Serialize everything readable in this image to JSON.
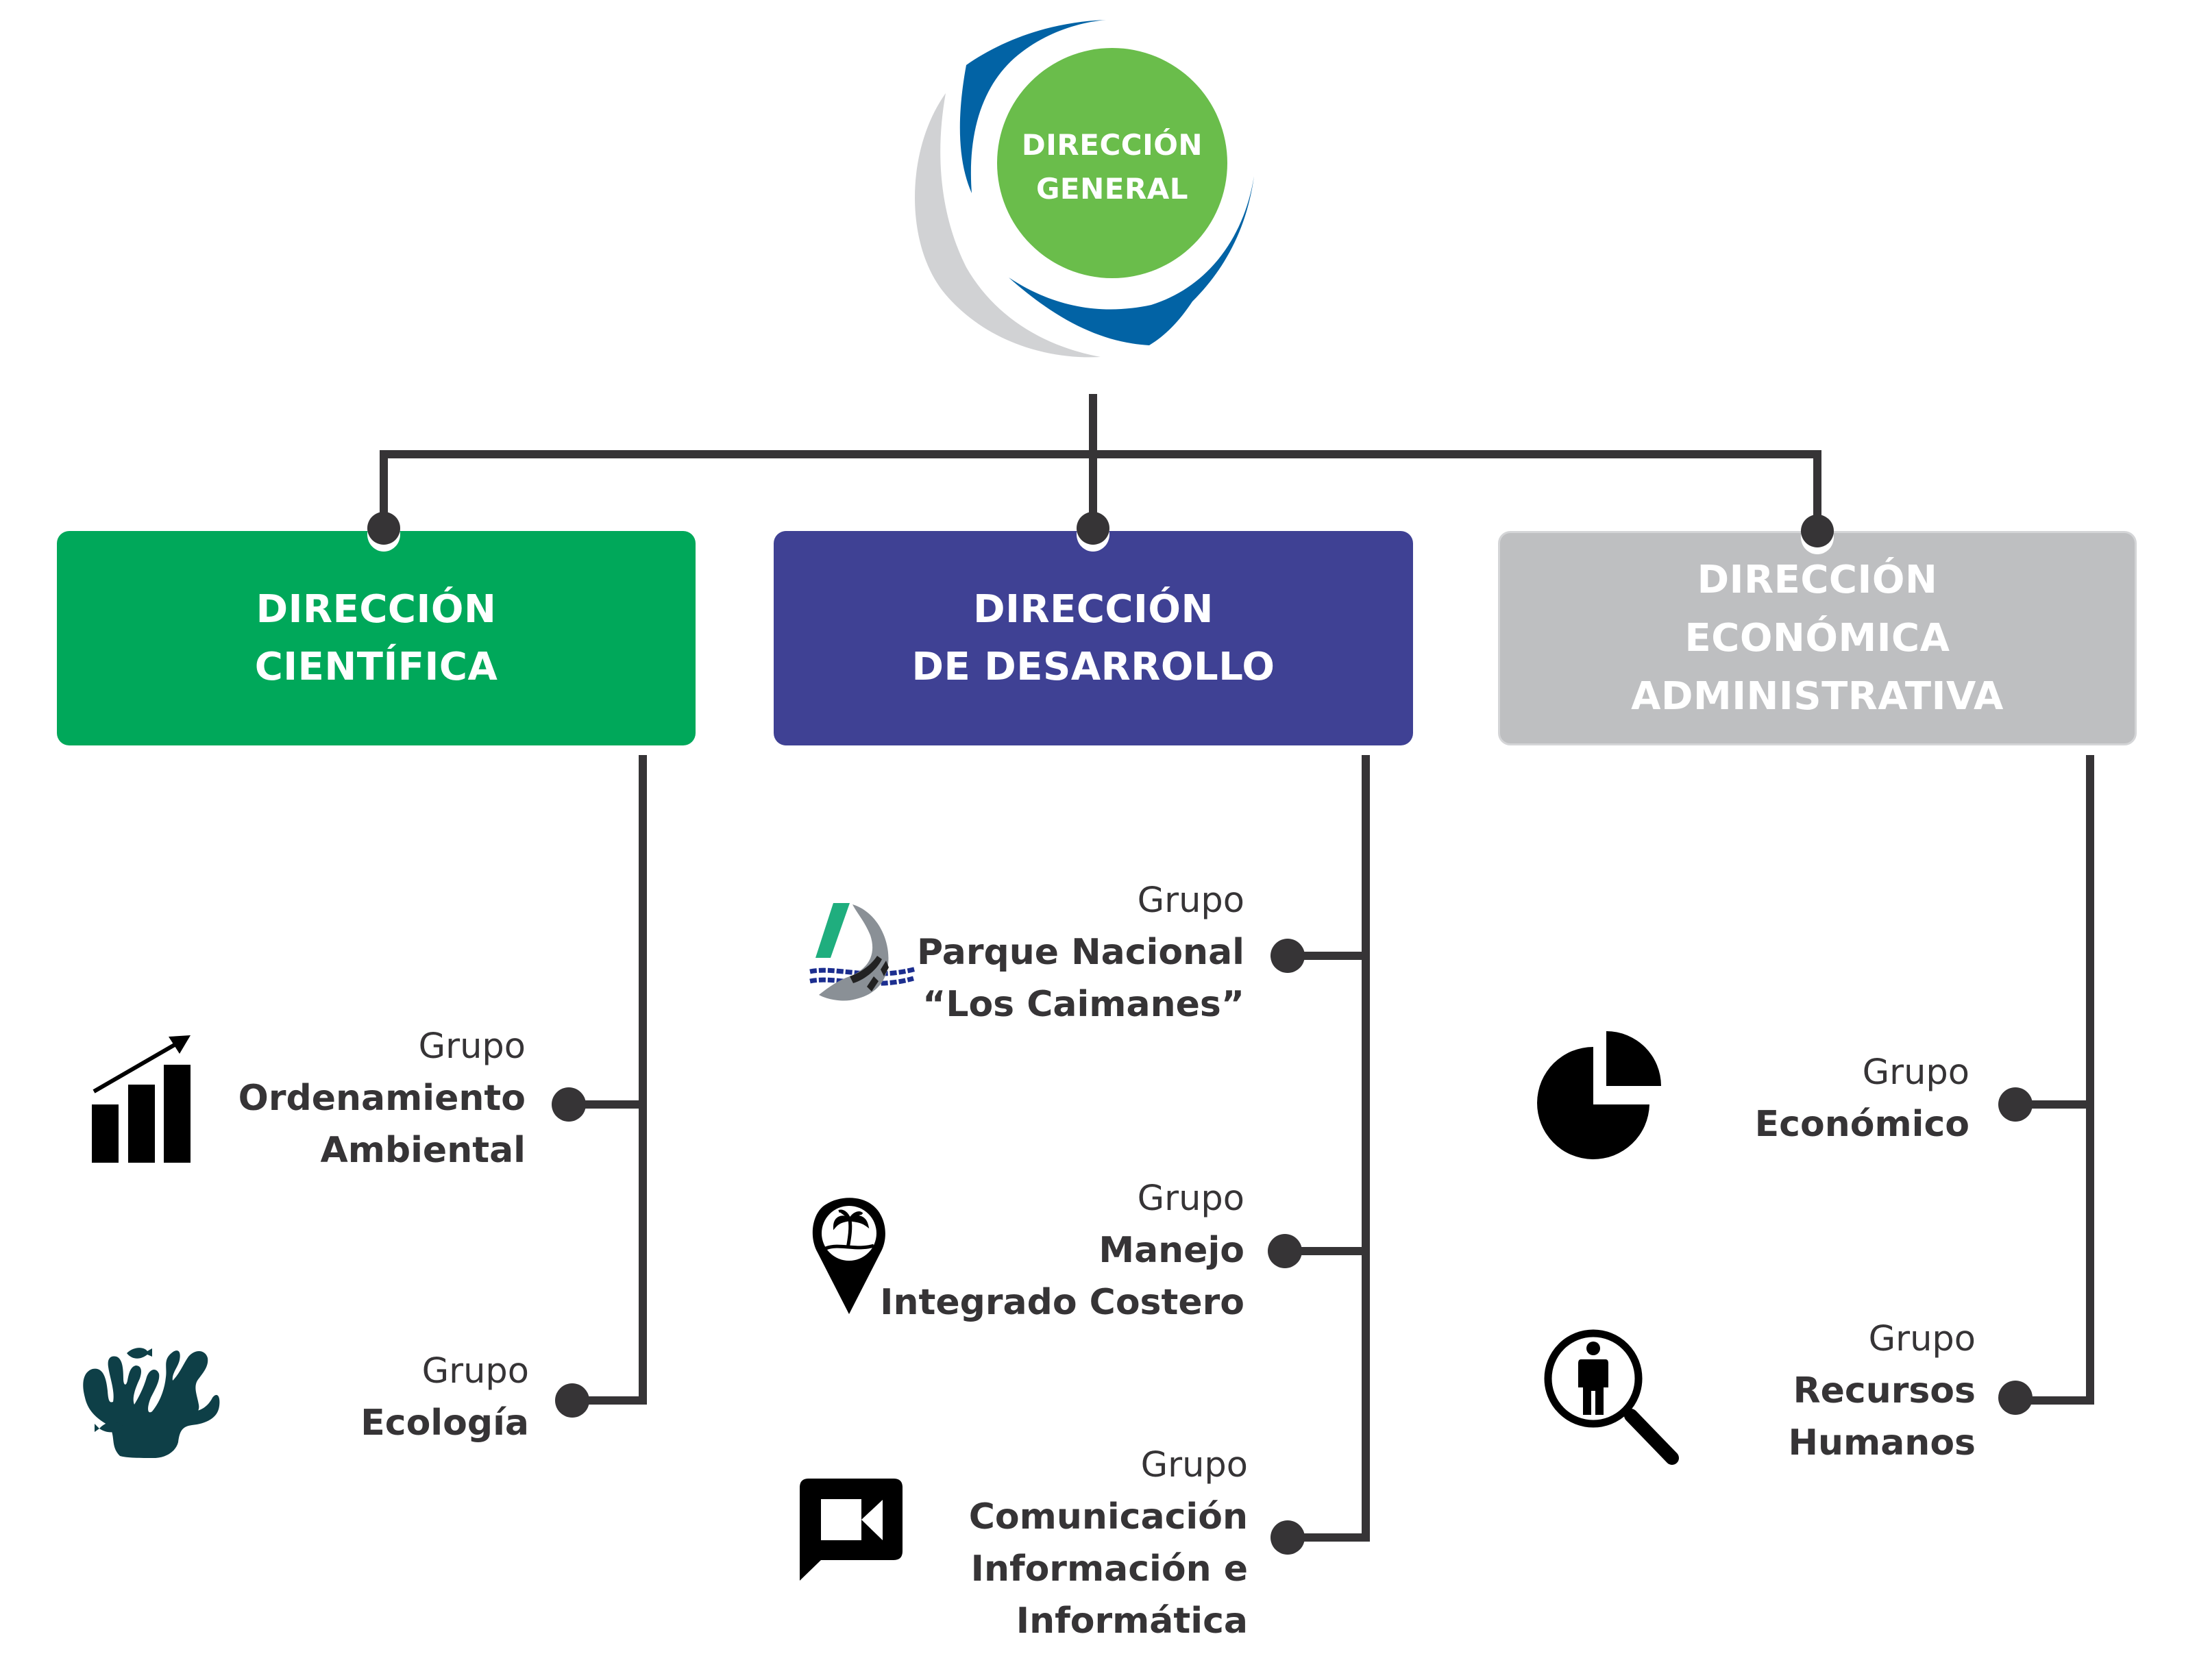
{
  "general": {
    "title_line1": "DIRECCIÓN",
    "title_line2": "GENERAL",
    "colors": {
      "circle": "#6ABD4B",
      "arc_blue": "#0263A5",
      "arc_gray": "#D1D2D4"
    }
  },
  "connector_color": "#363436",
  "directions": [
    {
      "id": "cientifica",
      "lines": [
        "DIRECCIÓN",
        "CIENTÍFICA"
      ],
      "color": "#00A85A",
      "groups": [
        {
          "label": "Grupo",
          "name_lines": [
            "Ordenamiento",
            "Ambiental"
          ],
          "icon": "bar-chart-growth-icon"
        },
        {
          "label": "Grupo",
          "name_lines": [
            "Ecología"
          ],
          "icon": "coral-reef-icon"
        }
      ]
    },
    {
      "id": "desarrollo",
      "lines": [
        "DIRECCIÓN",
        "DE DESARROLLO"
      ],
      "color": "#3F4194",
      "groups": [
        {
          "label": "Grupo",
          "name_lines": [
            "Parque Nacional",
            "“Los Caimanes”"
          ],
          "icon": "park-fish-logo-icon"
        },
        {
          "label": "Grupo",
          "name_lines": [
            "Manejo",
            "Integrado Costero"
          ],
          "icon": "map-pin-palm-icon"
        },
        {
          "label": "Grupo",
          "name_lines": [
            "Comunicación",
            "Información e",
            "Informática"
          ],
          "icon": "video-chat-icon"
        }
      ]
    },
    {
      "id": "economica",
      "lines": [
        "DIRECCIÓN",
        "ECONÓMICA",
        "ADMINISTRATIVA"
      ],
      "color": "#BEBFC1",
      "groups": [
        {
          "label": "Grupo",
          "name_lines": [
            "Económico"
          ],
          "icon": "pie-chart-icon"
        },
        {
          "label": "Grupo",
          "name_lines": [
            "Recursos",
            "Humanos"
          ],
          "icon": "person-search-icon"
        }
      ]
    }
  ]
}
